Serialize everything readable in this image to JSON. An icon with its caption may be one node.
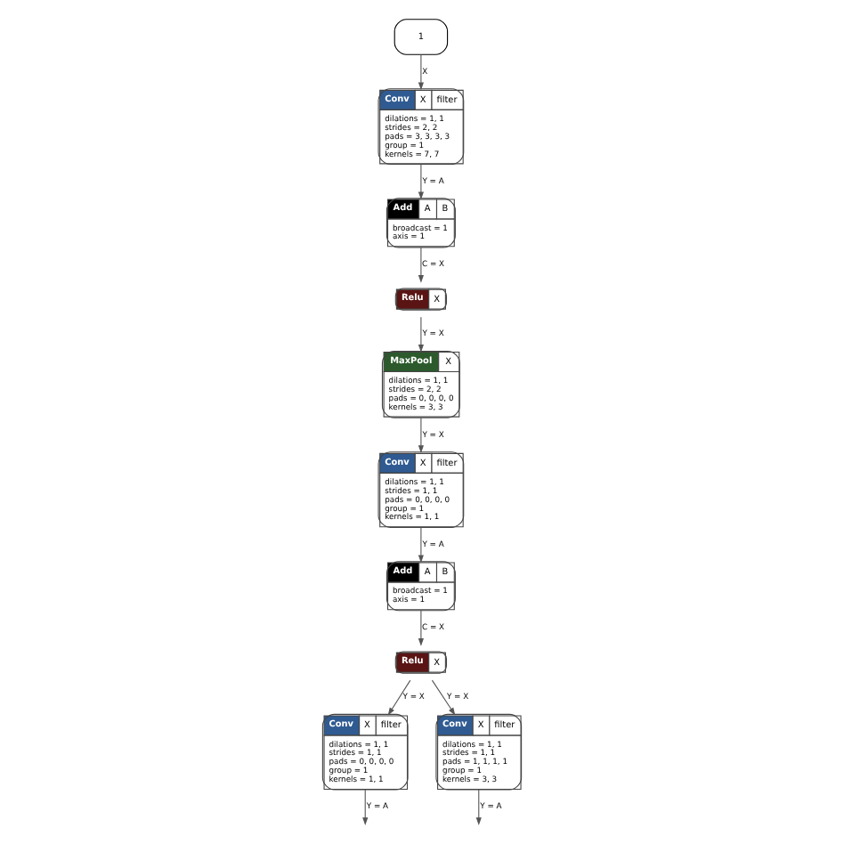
{
  "diagram": {
    "nodes": [
      {
        "text": [
          "1"
        ]
      },
      {
        "text": [
          "Conv",
          "X",
          "filter",
          "dilations = 1, 1",
          "strides = 2, 2",
          "pads = 3, 3, 3, 3",
          "group = 1",
          "kernels = 7, 7"
        ]
      },
      {
        "text": [
          "Add",
          "A",
          "B",
          "broadcast = 1",
          "axis = 1"
        ]
      },
      {
        "text": [
          "Relu",
          "X"
        ]
      },
      {
        "text": [
          "MaxPool",
          "X",
          "dilations = 1, 1",
          "strides = 2, 2",
          "pads = 0, 0, 0, 0",
          "kernels = 3, 3"
        ]
      },
      {
        "text": [
          "Conv",
          "X",
          "filter",
          "dilations = 1, 1",
          "strides = 1, 1",
          "pads = 0, 0, 0, 0",
          "group = 1",
          "kernels = 1, 1"
        ]
      },
      {
        "text": [
          "Add",
          "A",
          "B",
          "broadcast = 1",
          "axis = 1"
        ]
      },
      {
        "text": [
          "Relu",
          "X"
        ]
      },
      {
        "text": [
          "Conv",
          "X",
          "filter",
          "dilations = 1, 1",
          "strides = 1, 1",
          "pads = 0, 0, 0, 0",
          "group = 1",
          "kernels = 1, 1"
        ]
      },
      {
        "text": [
          "Conv",
          "X",
          "filter",
          "dilations = 1, 1",
          "strides = 1, 1",
          "pads = 1, 1, 1, 1",
          "group = 1",
          "kernels = 3, 3"
        ]
      }
    ],
    "edges": [
      {
        "from": 0,
        "to": 1,
        "arrow": "to",
        "label": "X"
      },
      {
        "from": 1,
        "to": 2,
        "arrow": "to",
        "label": "Y = A"
      },
      {
        "from": 2,
        "to": 3,
        "arrow": "to",
        "label": "C = X"
      },
      {
        "from": 3,
        "to": 4,
        "arrow": "to",
        "label": "Y = X"
      },
      {
        "from": 4,
        "to": 5,
        "arrow": "to",
        "label": "Y = X"
      },
      {
        "from": 5,
        "to": 6,
        "arrow": "to",
        "label": "Y = A"
      },
      {
        "from": 6,
        "to": 7,
        "arrow": "to",
        "label": "C = X"
      },
      {
        "from": 7,
        "to": 8,
        "arrow": "to",
        "label": "Y = X"
      },
      {
        "from": 7,
        "to": 9,
        "arrow": "to",
        "label": "Y = X"
      },
      {
        "from": 8,
        "to": null,
        "arrow": "to",
        "label": "Y = A"
      },
      {
        "from": 9,
        "to": null,
        "arrow": "to",
        "label": "Y = A"
      }
    ]
  }
}
